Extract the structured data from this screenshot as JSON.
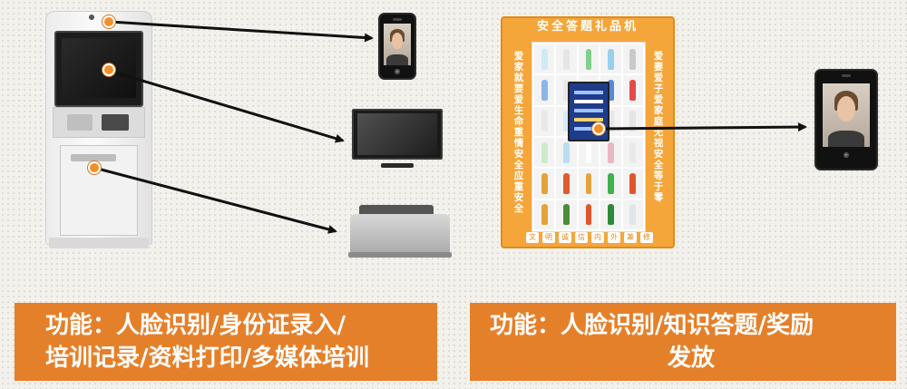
{
  "vending_cabinet": {
    "title": "安全答题礼品机",
    "left_slogan": "爱家就要爱生命 重情安全应重安全",
    "right_slogan": "爱妻爱子爱家庭 无视安全等于零",
    "bottom_tags": [
      "文",
      "明",
      "诚",
      "信",
      "内",
      "外",
      "兼",
      "修"
    ]
  },
  "captions": {
    "left": {
      "line1": "功能：人脸识别/身份证录入/",
      "line2": "培训记录/资料打印/多媒体培训"
    },
    "right": {
      "line1": "功能：人脸识别/知识答题/奖励",
      "line2": "发放"
    }
  },
  "colors": {
    "accent": "#e5802a",
    "cabinet": "#f4a63a",
    "arrow": "#111111"
  },
  "icons": [
    "face-recognition-terminal-icon",
    "monitor-icon",
    "printer-icon",
    "kiosk-icon",
    "vending-cabinet-icon"
  ]
}
